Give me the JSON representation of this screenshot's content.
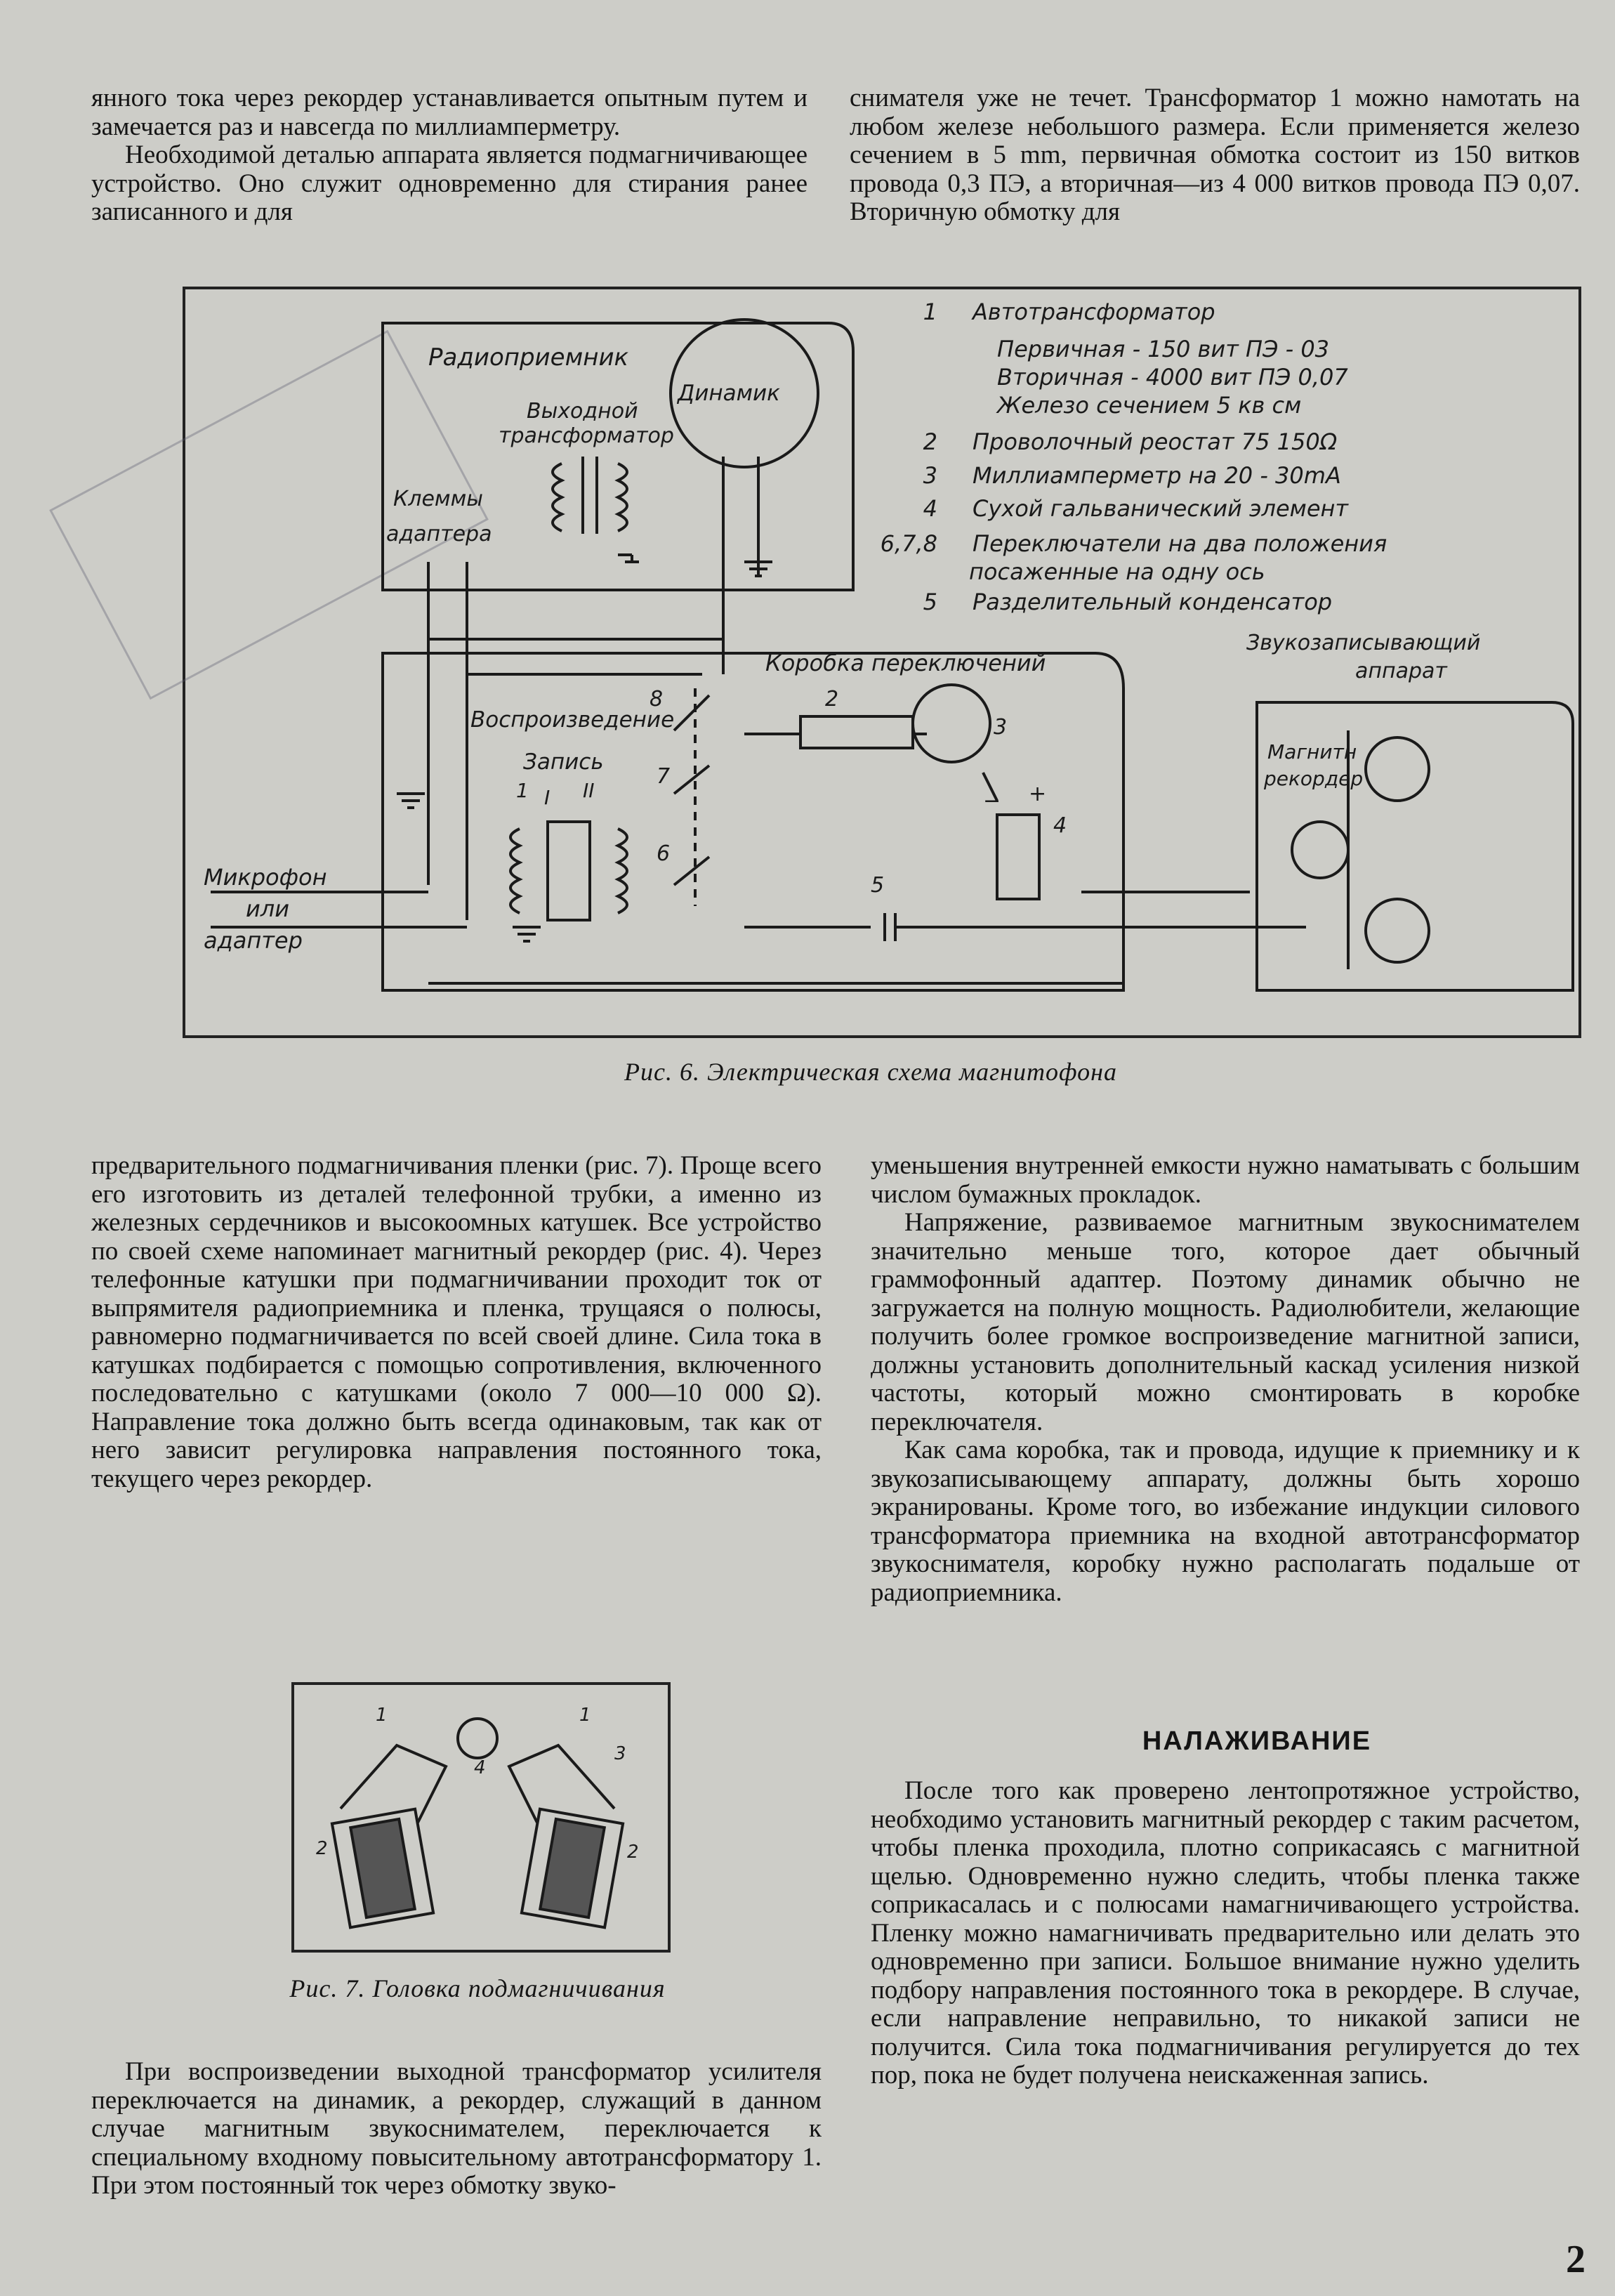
{
  "top_left": [
    "янного тока через рекордер устанавливается опытным путем и замечается раз и навсегда по миллиамперметру.",
    "Необходимой деталью аппарата является подмагничивающее устройство. Оно служит одновременно для стирания ранее записанного и для"
  ],
  "top_right": [
    "снимателя уже не течет. Трансформатор 1 можно намотать на любом железе небольшого размера. Если применяется железо сечением в 5 mm, первичная обмотка состоит из 150 витков провода 0,3 ПЭ, а вторичная—из 4 000 витков провода ПЭ 0,07. Вторичную обмотку для"
  ],
  "fig6": {
    "caption": "Рис. 6. Электрическая схема магнитофона",
    "labels": {
      "radio": "Радиоприемник",
      "dynamic": "Динамик",
      "out_tr_1": "Выходной",
      "out_tr_2": "трансформатор",
      "clamps_1": "Клеммы",
      "clamps_2": "адаптера",
      "switch_box": "Коробка переключений",
      "playback": "Воспроизведение",
      "record": "Запись",
      "mic_1": "Микрофон",
      "mic_2": "или",
      "mic_3": "адаптер",
      "recorder_app_1": "Звукозаписывающий",
      "recorder_app_2": "аппарат",
      "magnetic_1": "Магнитн",
      "magnetic_2": "рекордер",
      "n1": "1",
      "nI": "I",
      "nII": "II",
      "n2": "2",
      "n3": "3",
      "n4": "4",
      "n5": "5",
      "n6": "6",
      "n7": "7",
      "n8": "8",
      "plus": "+",
      "minus": "−"
    },
    "legend": [
      {
        "num": "1",
        "text": "Автотрансформатор"
      },
      {
        "num": "",
        "text": "Первичная - 150 вит ПЭ - 03"
      },
      {
        "num": "",
        "text": "Вторичная - 4000 вит ПЭ 0,07"
      },
      {
        "num": "",
        "text": "Железо сечением 5 кв см"
      },
      {
        "num": "2",
        "text": "Проволочный реостат 75 150Ω"
      },
      {
        "num": "3",
        "text": "Миллиамперметр на 20 - 30mA"
      },
      {
        "num": "4",
        "text": "Сухой гальванический элемент"
      },
      {
        "num": "6,7,8",
        "text": "Переключатели на два положения"
      },
      {
        "num": "",
        "text": "посаженные на одну ось"
      },
      {
        "num": "5",
        "text": "Разделительный конденсатор"
      }
    ]
  },
  "mid_left": [
    "предварительного подмагничивания пленки (рис. 7). Проще всего его изготовить из деталей телефонной трубки, а именно из железных сердечников и высокоомных катушек. Все устройство по своей схеме напоминает магнитный рекордер (рис. 4). Через телефонные катушки при подмагничивании проходит ток от выпрямителя радиоприемника и пленка, трущаяся о полюсы, равномерно подмагничивается по всей своей длине. Сила тока в катушках подбирается с помощью сопротивления, включенного последовательно с катушками (около 7 000—10 000 Ω). Направление тока должно быть всегда одинаковым, так как от него зависит регулировка направления постоянного тока, текущего через рекордер."
  ],
  "mid_right": [
    "уменьшения внутренней емкости нужно наматывать с большим числом бумажных прокладок.",
    "Напряжение, развиваемое магнитным звукоснимателем значительно меньше того, которое дает обычный граммофонный адаптер. Поэтому динамик обычно не загружается на полную мощность. Радиолюбители, желающие получить более громкое воспроизведение магнитной записи, должны установить дополнительный каскад усиления низкой частоты, который можно смонтировать в коробке переключателя.",
    "Как сама коробка, так и провода, идущие к приемнику и к звукозаписывающему аппарату, должны быть хорошо экранированы. Кроме того, во избежание индукции силового трансформатора приемника на входной автотрансформатор звукоснимателя, коробку нужно располагать подальше от радиоприемника."
  ],
  "fig7": {
    "caption": "Рис. 7. Головка подмагничивания",
    "n1a": "1",
    "n1b": "1",
    "n2a": "2",
    "n2b": "2",
    "n3": "3",
    "n4": "4"
  },
  "bottom_left": [
    "При воспроизведении выходной трансформатор усилителя переключается на динамик, а рекордер, служащий в данном случае магнитным звукоснимателем, переключается к специальному входному повысительному автотрансформатору 1. При этом постоянный ток через обмотку звуко-"
  ],
  "heading": "НАЛАЖИВАНИЕ",
  "bottom_right": [
    "После того как проверено лентопротяжное устройство, необходимо установить магнитный рекордер с таким расчетом, чтобы пленка проходила, плотно соприкасаясь с магнитной щелью. Одновременно нужно следить, чтобы пленка также соприкасалась и с полюсами намагничивающего устройства. Пленку можно намагничивать предварительно или делать это одновременно при записи. Большое внимание нужно уделить подбору направления постоянного тока в рекордере. В случае, если направление неправильно, то никакой записи не получится. Сила тока подмагничивания регулируется до тех пор, пока не будет получена неискаженная запись."
  ],
  "page_number": "2"
}
